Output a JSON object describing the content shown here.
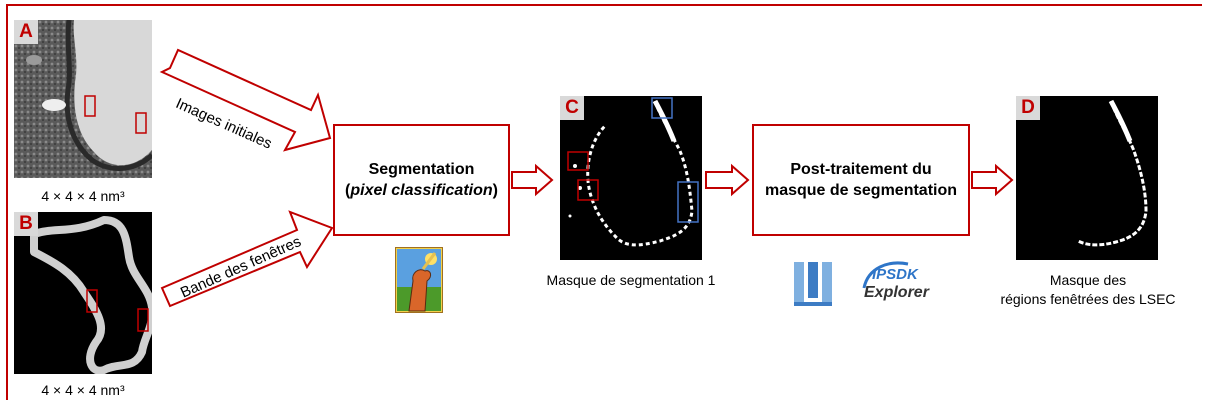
{
  "panels": {
    "a": {
      "letter": "A",
      "caption": "4 × 4 × 4 nm³"
    },
    "b": {
      "letter": "B",
      "caption": "4 × 4 × 4 nm³"
    },
    "c": {
      "letter": "C",
      "caption": "Masque de segmentation 1"
    },
    "d": {
      "letter": "D",
      "caption_line1": "Masque des",
      "caption_line2": "régions fenêtrées des LSEC"
    }
  },
  "arrows": {
    "top_label": "Images initiales",
    "bottom_label": "Bande des fenêtres"
  },
  "boxes": {
    "segmentation": {
      "title": "Segmentation",
      "open": "(",
      "italic": "pixel classification",
      "close": ")"
    },
    "post": {
      "line1": "Post-traitement du",
      "line2": "masque de segmentation"
    }
  },
  "logos": {
    "ilastik": "ilastik-fist-logo",
    "fiji": "fiji-logo",
    "ipsdk": {
      "line1": "IPSDK",
      "line2": "Explorer"
    }
  },
  "colors": {
    "accent": "#c00000",
    "roi_blue": "#4472c4"
  }
}
